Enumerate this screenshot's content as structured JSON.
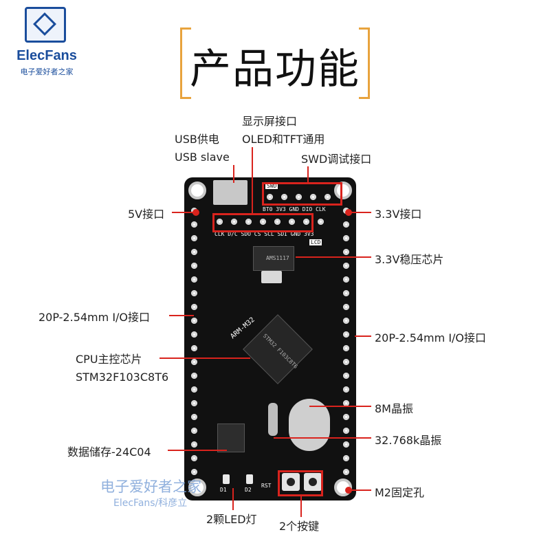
{
  "logo": {
    "name": "ElecFans",
    "tagline": "电子爱好者之家"
  },
  "title": "产品功能",
  "labels": {
    "usb_line1": "USB供电",
    "usb_line2": "USB slave",
    "display_line1": "显示屏接口",
    "display_line2": "OLED和TFT通用",
    "swd": "SWD调试接口",
    "v5": "5V接口",
    "v33_port": "3.3V接口",
    "regulator": "3.3V稳压芯片",
    "io_left": "20P-2.54mm I/O接口",
    "io_right": "20P-2.54mm I/O接口",
    "cpu_line1": "CPU主控芯片",
    "cpu_line2": "STM32F103C8T6",
    "crystal_8m": "8M晶振",
    "crystal_32k": "32.768k晶振",
    "eeprom": "数据储存-24C04",
    "m2": "M2固定孔",
    "leds": "2颗LED灯",
    "buttons": "2个按键"
  },
  "board_silk": {
    "swd_tag": "SWD",
    "swd_pins": "BT0 3V3 GND DIO CLK",
    "lcd_pins": "CLK D/C SDO CS SCL SDI GND 3V3",
    "lcd_tag": "LCD",
    "mcu_mark": "ARM-M32",
    "mcu_text": "STM32 F103C8T6",
    "reg_text": "AMS1117",
    "rst": "RST",
    "d2": "D2",
    "d1": "D1"
  },
  "watermark": {
    "line1": "电子爱好者之家",
    "line2": "ElecFans/科彦立"
  },
  "colors": {
    "accent_red": "#d9231d",
    "frame_orange": "#e8a33d",
    "brand_blue": "#1a4d9c"
  }
}
